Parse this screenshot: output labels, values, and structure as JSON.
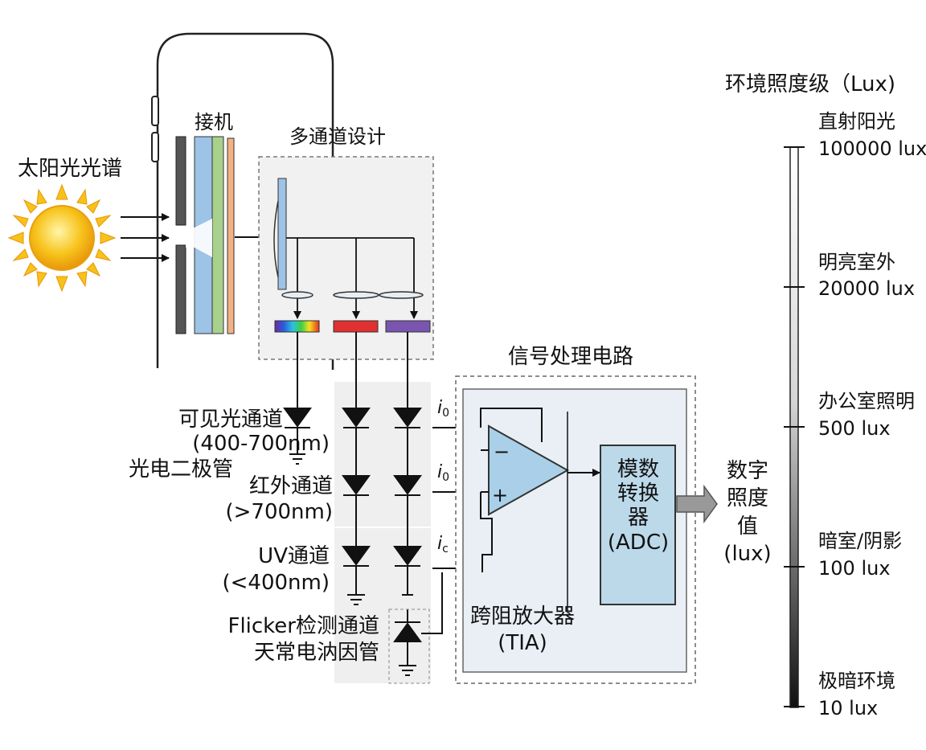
{
  "labels": {
    "solar_spectrum": "太阳光光谱",
    "phone_part": "接机",
    "multichannel": "多通道设计",
    "signal_circuit": "信号处理电路",
    "visible_channel": "可见光通道",
    "visible_range": "(400-700nm)",
    "photodiode": "光电二极管",
    "ir_channel": "红外通道",
    "ir_range": "(>700nm)",
    "uv_channel": "UV通道",
    "uv_range": "(<400nm)",
    "flicker_channel": "Flicker检测通道",
    "flicker_sub": "天常电汭因管",
    "tia_name": "跨阻放大器",
    "tia_abbr": "(TIA)",
    "adc_line1": "模数",
    "adc_line2": "转换",
    "adc_line3": "器",
    "adc_abbr": "(ADC)",
    "output_line1": "数字",
    "output_line2": "照度",
    "output_line3": "值",
    "output_unit": "(lux)",
    "current_1": "i",
    "current_1_sub": "0",
    "current_2": "i",
    "current_2_sub": "0",
    "current_3": "i",
    "current_3_sub": "c",
    "opamp_minus": "−",
    "opamp_plus": "+"
  },
  "scale": {
    "title": "环境照度级（Lux)",
    "levels": [
      {
        "name": "直射阳光",
        "value": "100000 lux"
      },
      {
        "name": "明亮室外",
        "value": "20000 lux"
      },
      {
        "name": "办公室照明",
        "value": "500 lux"
      },
      {
        "name": "暗室/阴影",
        "value": "100 lux"
      },
      {
        "name": "极暗环境",
        "value": "10 lux"
      }
    ]
  },
  "colors": {
    "sun": "#f7c21a",
    "filter_red": "#e03030",
    "filter_purple": "#7a55b0",
    "panel_blue": "#cfe2ee",
    "layer_green": "#a9d18e",
    "layer_blue": "#9dc3e6",
    "layer_orange": "#f4b183"
  }
}
